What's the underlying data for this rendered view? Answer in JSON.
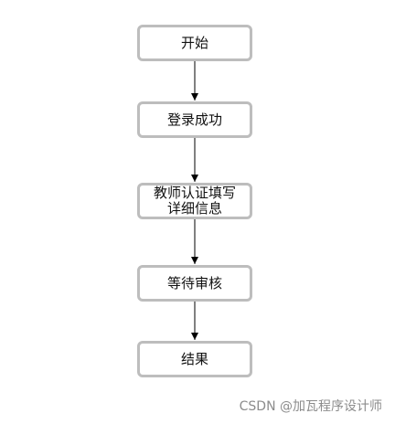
{
  "flowchart": {
    "nodes": [
      {
        "label": "开始"
      },
      {
        "label": "登录成功"
      },
      {
        "label": "教师认证填写\n详细信息"
      },
      {
        "label": "等待审核"
      },
      {
        "label": "结果"
      }
    ]
  },
  "watermark": {
    "text": "CSDN @加瓦程序设计师"
  },
  "colors": {
    "node_border": "#bdbdbd",
    "arrow": "#000000",
    "text": "#111111",
    "watermark": "#8c8c8c"
  }
}
